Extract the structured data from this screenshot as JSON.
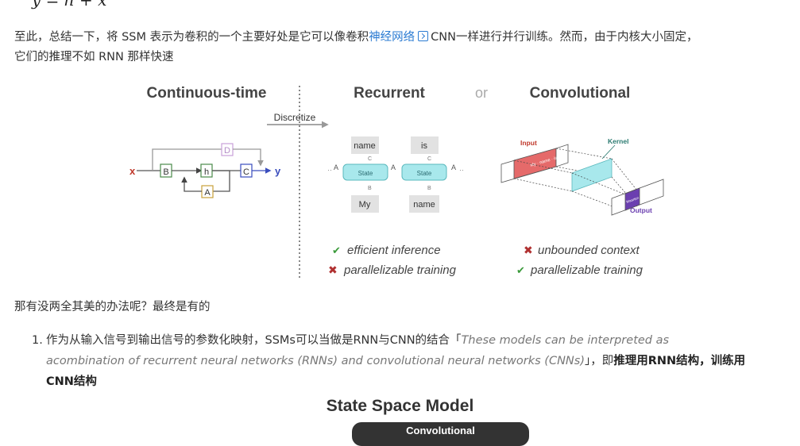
{
  "formula_top": "y = h + x",
  "para1": {
    "before": "至此，总结一下，将 SSM 表示为卷积的一个主要好处是它可以像卷积",
    "link": "神经网络",
    "after": "CNN一样进行并行训练。然而，由于内核大小固定，",
    "line2": "它们的推理不如 RNN 那样快速"
  },
  "figure": {
    "continuous_title": "Continuous-time",
    "recurrent_title": "Recurrent",
    "or_label": "or",
    "convolutional_title": "Convolutional",
    "discretize_label": "Discretize",
    "x_label": "x",
    "y_label": "y",
    "block_b": "B",
    "block_h": "h",
    "block_c": "C",
    "block_a": "A",
    "block_d": "D",
    "token_name_top": "name",
    "token_is_top": "is",
    "token_my": "My",
    "token_name_bottom": "name",
    "state_label": "State",
    "c_small": "C",
    "b_small": "B",
    "a_bar": "A",
    "input_label": "Input",
    "kernel_label": "Kernel",
    "output_label": "Output",
    "input_seq_text": "My · name · is",
    "output_cell_text": "Maarten",
    "efficient_inference": "efficient inference",
    "parallelizable_training_bad": "parallelizable training",
    "unbounded_context": "unbounded context",
    "parallelizable_training_good": "parallelizable training",
    "colors": {
      "check": "#3a9a3a",
      "cross": "#b03030",
      "state_fill": "#a8e8ec",
      "input_fill": "#e56a6a",
      "output_fill": "#6b3fb0",
      "blue": "#3a4dbd",
      "red": "#c0392b"
    }
  },
  "para2": "那有没两全其美的办法呢？最终是有的",
  "list": {
    "num": "1.",
    "text1": "作为从输入信号到输出信号的参数化映射，SSMs可以当做是RNN与CNN的结合「",
    "quote1": "These models can be interpreted as",
    "quote2": "acombination of recurrent neural networks (RNNs) and convolutional neural networks (CNNs)",
    "text2": "」，即",
    "bold1": "推理用RNN结构，训练用",
    "bold2": "CNN结构"
  },
  "figure2": {
    "title": "State Space Model",
    "pill": "Convolutional"
  }
}
